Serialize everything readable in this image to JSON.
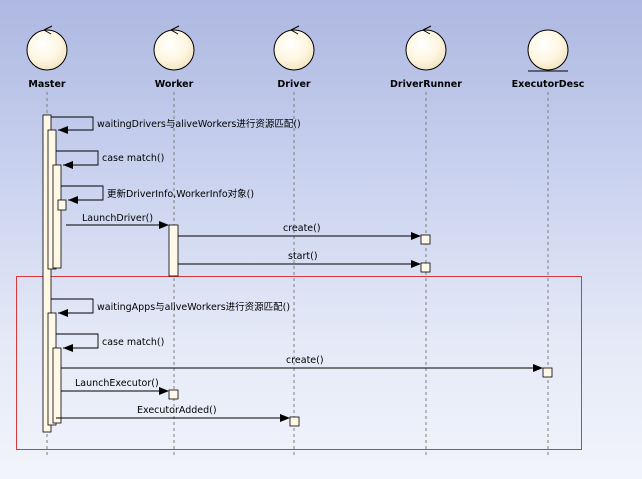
{
  "lifelines": {
    "master": "Master",
    "worker": "Worker",
    "driver": "Driver",
    "driverRunner": "DriverRunner",
    "executorDesc": "ExecutorDesc"
  },
  "messages": {
    "m1": "waitingDrivers与aliveWorkers进行资源匹配()",
    "m2": "case match()",
    "m3": "更新DriverInfo,WorkerInfo对象()",
    "m4": "LaunchDriver()",
    "m5": "create()",
    "m6": "start()",
    "m7": "waitingApps与aliveWorkers进行资源匹配()",
    "m8": "case match()",
    "m9": "create()",
    "m10": "LaunchExecutor()",
    "m11": "ExecutorAdded()"
  },
  "colors": {
    "frame": "#d9393c",
    "activation": "#fff8e7"
  }
}
